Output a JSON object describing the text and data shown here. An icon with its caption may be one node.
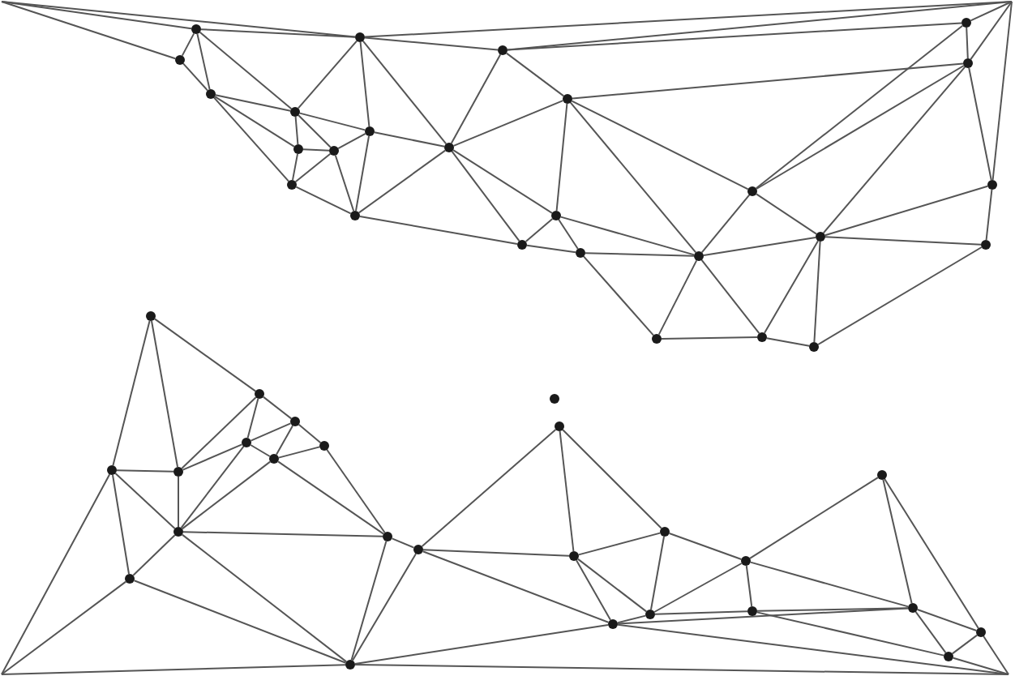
{
  "diagram": {
    "nodes": [
      {
        "text": [],
        "shape": "circle"
      },
      {
        "text": [],
        "shape": "circle"
      },
      {
        "text": [],
        "shape": "circle"
      },
      {
        "text": [],
        "shape": "circle"
      },
      {
        "text": [],
        "shape": "circle"
      },
      {
        "text": [],
        "shape": "circle"
      },
      {
        "text": [],
        "shape": "circle"
      },
      {
        "text": [],
        "shape": "circle"
      },
      {
        "text": [],
        "shape": "circle"
      },
      {
        "text": [],
        "shape": "circle"
      },
      {
        "text": [],
        "shape": "circle"
      },
      {
        "text": [],
        "shape": "circle"
      },
      {
        "text": [],
        "shape": "circle"
      },
      {
        "text": [],
        "shape": "circle"
      },
      {
        "text": [],
        "shape": "circle"
      },
      {
        "text": [],
        "shape": "circle"
      },
      {
        "text": [],
        "shape": "circle"
      },
      {
        "text": [],
        "shape": "circle"
      },
      {
        "text": [],
        "shape": "circle"
      },
      {
        "text": [],
        "shape": "circle"
      },
      {
        "text": [],
        "shape": "circle"
      },
      {
        "text": [],
        "shape": "circle"
      },
      {
        "text": [],
        "shape": "circle"
      },
      {
        "text": [],
        "shape": "circle"
      },
      {
        "text": [],
        "shape": "circle"
      },
      {
        "text": [],
        "shape": "circle"
      },
      {
        "text": [],
        "shape": "circle"
      },
      {
        "text": [],
        "shape": "circle"
      },
      {
        "text": [],
        "shape": "circle"
      },
      {
        "text": [],
        "shape": "circle"
      },
      {
        "text": [],
        "shape": "circle"
      },
      {
        "text": [],
        "shape": "circle"
      },
      {
        "text": [],
        "shape": "circle"
      },
      {
        "text": [],
        "shape": "circle"
      },
      {
        "text": [],
        "shape": "circle"
      },
      {
        "text": [],
        "shape": "circle"
      },
      {
        "text": [],
        "shape": "circle"
      },
      {
        "text": [],
        "shape": "circle"
      },
      {
        "text": [],
        "shape": "circle"
      },
      {
        "text": [],
        "shape": "circle"
      },
      {
        "text": [],
        "shape": "circle"
      },
      {
        "text": [],
        "shape": "circle"
      },
      {
        "text": [],
        "shape": "circle"
      },
      {
        "text": [],
        "shape": "circle"
      },
      {
        "text": [],
        "shape": "circle"
      },
      {
        "text": [],
        "shape": "circle"
      },
      {
        "text": [],
        "shape": "circle"
      },
      {
        "text": [],
        "shape": "circle"
      },
      {
        "text": [],
        "shape": "circle"
      },
      {
        "text": [],
        "shape": "circle"
      },
      {
        "text": [],
        "shape": "circle"
      }
    ],
    "edges": [
      {
        "from": null,
        "to": 0,
        "arrow": "none"
      },
      {
        "from": null,
        "to": 1,
        "arrow": "none"
      },
      {
        "from": null,
        "to": 3,
        "arrow": "none"
      },
      {
        "from": 1,
        "to": null,
        "arrow": "none"
      },
      {
        "from": 2,
        "to": null,
        "arrow": "none"
      },
      {
        "from": 8,
        "to": null,
        "arrow": "none"
      },
      {
        "from": 9,
        "to": null,
        "arrow": "none"
      },
      {
        "from": 17,
        "to": null,
        "arrow": "none"
      },
      {
        "from": null,
        "to": 33,
        "arrow": "none"
      },
      {
        "from": null,
        "to": 43,
        "arrow": "none"
      },
      {
        "from": null,
        "to": 50,
        "arrow": "none"
      },
      {
        "from": 50,
        "to": null,
        "arrow": "none"
      },
      {
        "from": 47,
        "to": null,
        "arrow": "none"
      },
      {
        "from": 48,
        "to": null,
        "arrow": "none"
      },
      {
        "from": 49,
        "to": null,
        "arrow": "none"
      },
      {
        "from": 0,
        "to": 3,
        "arrow": "none"
      },
      {
        "from": 0,
        "to": 4,
        "arrow": "none"
      },
      {
        "from": 0,
        "to": 1,
        "arrow": "none"
      },
      {
        "from": 0,
        "to": 5,
        "arrow": "none"
      },
      {
        "from": 3,
        "to": 4,
        "arrow": "none"
      },
      {
        "from": 4,
        "to": 5,
        "arrow": "none"
      },
      {
        "from": 4,
        "to": 10,
        "arrow": "none"
      },
      {
        "from": 4,
        "to": 13,
        "arrow": "none"
      },
      {
        "from": 5,
        "to": 1,
        "arrow": "none"
      },
      {
        "from": 5,
        "to": 10,
        "arrow": "none"
      },
      {
        "from": 5,
        "to": 11,
        "arrow": "none"
      },
      {
        "from": 5,
        "to": 6,
        "arrow": "none"
      },
      {
        "from": 10,
        "to": 11,
        "arrow": "none"
      },
      {
        "from": 10,
        "to": 13,
        "arrow": "none"
      },
      {
        "from": 13,
        "to": 11,
        "arrow": "none"
      },
      {
        "from": 11,
        "to": 14,
        "arrow": "none"
      },
      {
        "from": 13,
        "to": 14,
        "arrow": "none"
      },
      {
        "from": 6,
        "to": 1,
        "arrow": "none"
      },
      {
        "from": 6,
        "to": 14,
        "arrow": "none"
      },
      {
        "from": 6,
        "to": 12,
        "arrow": "none"
      },
      {
        "from": 6,
        "to": 11,
        "arrow": "none"
      },
      {
        "from": 1,
        "to": 12,
        "arrow": "none"
      },
      {
        "from": 1,
        "to": 2,
        "arrow": "none"
      },
      {
        "from": 2,
        "to": 12,
        "arrow": "none"
      },
      {
        "from": 2,
        "to": 7,
        "arrow": "none"
      },
      {
        "from": 2,
        "to": 8,
        "arrow": "none"
      },
      {
        "from": 7,
        "to": 12,
        "arrow": "none"
      },
      {
        "from": 7,
        "to": 15,
        "arrow": "none"
      },
      {
        "from": 7,
        "to": 20,
        "arrow": "none"
      },
      {
        "from": 7,
        "to": 16,
        "arrow": "none"
      },
      {
        "from": 7,
        "to": 9,
        "arrow": "none"
      },
      {
        "from": 12,
        "to": 14,
        "arrow": "none"
      },
      {
        "from": 12,
        "to": 15,
        "arrow": "none"
      },
      {
        "from": 12,
        "to": 18,
        "arrow": "none"
      },
      {
        "from": 14,
        "to": 18,
        "arrow": "none"
      },
      {
        "from": 15,
        "to": 18,
        "arrow": "none"
      },
      {
        "from": 15,
        "to": 19,
        "arrow": "none"
      },
      {
        "from": 15,
        "to": 20,
        "arrow": "none"
      },
      {
        "from": 18,
        "to": 19,
        "arrow": "none"
      },
      {
        "from": 19,
        "to": 20,
        "arrow": "none"
      },
      {
        "from": 19,
        "to": 23,
        "arrow": "none"
      },
      {
        "from": 20,
        "to": 23,
        "arrow": "none"
      },
      {
        "from": 20,
        "to": 16,
        "arrow": "none"
      },
      {
        "from": 20,
        "to": 21,
        "arrow": "none"
      },
      {
        "from": 20,
        "to": 24,
        "arrow": "none"
      },
      {
        "from": 16,
        "to": 8,
        "arrow": "none"
      },
      {
        "from": 16,
        "to": 9,
        "arrow": "none"
      },
      {
        "from": 16,
        "to": 21,
        "arrow": "none"
      },
      {
        "from": 9,
        "to": 21,
        "arrow": "none"
      },
      {
        "from": 8,
        "to": 9,
        "arrow": "none"
      },
      {
        "from": 17,
        "to": 9,
        "arrow": "none"
      },
      {
        "from": 21,
        "to": 17,
        "arrow": "none"
      },
      {
        "from": 21,
        "to": 22,
        "arrow": "none"
      },
      {
        "from": 17,
        "to": 22,
        "arrow": "none"
      },
      {
        "from": 21,
        "to": 24,
        "arrow": "none"
      },
      {
        "from": 21,
        "to": 25,
        "arrow": "none"
      },
      {
        "from": 22,
        "to": 25,
        "arrow": "none"
      },
      {
        "from": 23,
        "to": 24,
        "arrow": "none"
      },
      {
        "from": 24,
        "to": 25,
        "arrow": "none"
      },
      {
        "from": 27,
        "to": 33,
        "arrow": "none"
      },
      {
        "from": 27,
        "to": 34,
        "arrow": "none"
      },
      {
        "from": 27,
        "to": 28,
        "arrow": "none"
      },
      {
        "from": 28,
        "to": 34,
        "arrow": "none"
      },
      {
        "from": 28,
        "to": 30,
        "arrow": "none"
      },
      {
        "from": 28,
        "to": 29,
        "arrow": "none"
      },
      {
        "from": 29,
        "to": 30,
        "arrow": "none"
      },
      {
        "from": 29,
        "to": 32,
        "arrow": "none"
      },
      {
        "from": 29,
        "to": 31,
        "arrow": "none"
      },
      {
        "from": 30,
        "to": 34,
        "arrow": "none"
      },
      {
        "from": 30,
        "to": 37,
        "arrow": "none"
      },
      {
        "from": 30,
        "to": 32,
        "arrow": "none"
      },
      {
        "from": 32,
        "to": 31,
        "arrow": "none"
      },
      {
        "from": 32,
        "to": 37,
        "arrow": "none"
      },
      {
        "from": 32,
        "to": 38,
        "arrow": "none"
      },
      {
        "from": 31,
        "to": 38,
        "arrow": "none"
      },
      {
        "from": 33,
        "to": 34,
        "arrow": "none"
      },
      {
        "from": 33,
        "to": 37,
        "arrow": "none"
      },
      {
        "from": 33,
        "to": 43,
        "arrow": "none"
      },
      {
        "from": 34,
        "to": 37,
        "arrow": "none"
      },
      {
        "from": 37,
        "to": 43,
        "arrow": "none"
      },
      {
        "from": 37,
        "to": 38,
        "arrow": "none"
      },
      {
        "from": 37,
        "to": 50,
        "arrow": "none"
      },
      {
        "from": 43,
        "to": 50,
        "arrow": "none"
      },
      {
        "from": 38,
        "to": 50,
        "arrow": "none"
      },
      {
        "from": 38,
        "to": 39,
        "arrow": "none"
      },
      {
        "from": 39,
        "to": 50,
        "arrow": "none"
      },
      {
        "from": 39,
        "to": 35,
        "arrow": "none"
      },
      {
        "from": 39,
        "to": 41,
        "arrow": "none"
      },
      {
        "from": 39,
        "to": 47,
        "arrow": "none"
      },
      {
        "from": 35,
        "to": 41,
        "arrow": "none"
      },
      {
        "from": 35,
        "to": 40,
        "arrow": "none"
      },
      {
        "from": 41,
        "to": 40,
        "arrow": "none"
      },
      {
        "from": 41,
        "to": 44,
        "arrow": "none"
      },
      {
        "from": 41,
        "to": 47,
        "arrow": "none"
      },
      {
        "from": 40,
        "to": 44,
        "arrow": "none"
      },
      {
        "from": 40,
        "to": 42,
        "arrow": "none"
      },
      {
        "from": 47,
        "to": 44,
        "arrow": "none"
      },
      {
        "from": 47,
        "to": 50,
        "arrow": "none"
      },
      {
        "from": 47,
        "to": 46,
        "arrow": "none"
      },
      {
        "from": 42,
        "to": 36,
        "arrow": "none"
      },
      {
        "from": 42,
        "to": 45,
        "arrow": "none"
      },
      {
        "from": 42,
        "to": 44,
        "arrow": "none"
      },
      {
        "from": 42,
        "to": 46,
        "arrow": "none"
      },
      {
        "from": 45,
        "to": 44,
        "arrow": "none"
      },
      {
        "from": 45,
        "to": 46,
        "arrow": "none"
      },
      {
        "from": 45,
        "to": 49,
        "arrow": "none"
      },
      {
        "from": 36,
        "to": 46,
        "arrow": "none"
      },
      {
        "from": 36,
        "to": 48,
        "arrow": "none"
      },
      {
        "from": 46,
        "to": 48,
        "arrow": "none"
      },
      {
        "from": 46,
        "to": 49,
        "arrow": "none"
      },
      {
        "from": 48,
        "to": 49,
        "arrow": "none"
      }
    ]
  }
}
